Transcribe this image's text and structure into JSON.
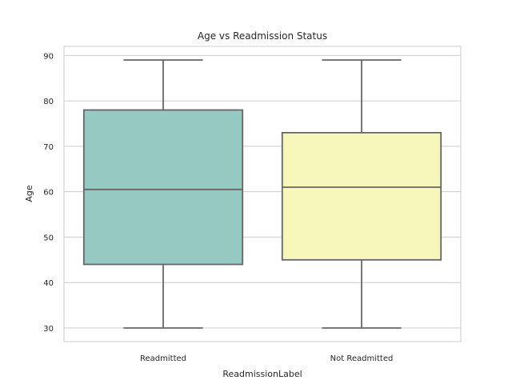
{
  "chart_data": {
    "type": "box",
    "title": "Age vs Readmission Status",
    "xlabel": "ReadmissionLabel",
    "ylabel": "Age",
    "ylim": [
      27,
      92
    ],
    "yticks": [
      30,
      40,
      50,
      60,
      70,
      80,
      90
    ],
    "grid": "horizontal",
    "categories": [
      "Readmitted",
      "Not Readmitted"
    ],
    "boxes": [
      {
        "category": "Readmitted",
        "min": 30,
        "q1": 44,
        "median": 60.5,
        "q3": 78,
        "max": 89,
        "color": "#96c9c1"
      },
      {
        "category": "Not Readmitted",
        "min": 30,
        "q1": 45,
        "median": 61,
        "q3": 73,
        "max": 89,
        "color": "#f7f7bb"
      }
    ],
    "colors": {
      "grid": "#cccccc",
      "frame": "#cccccc",
      "box_edge": "#666666",
      "text": "#262626"
    }
  }
}
